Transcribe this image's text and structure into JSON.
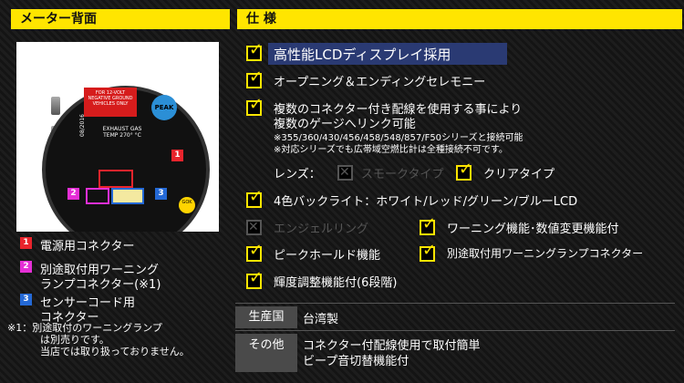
{
  "left_header": "メーター背面",
  "right_header": "仕 様",
  "photo": {
    "warning_label": "FOR 12-VOLT NEGATIVE GROUND VEHICLES ONLY",
    "peak": "PEAK",
    "gauge_label": "EXHAUST GAS TEMP 270° °C",
    "date": "08/2016",
    "ok_badge": "GOK",
    "badge1": "1",
    "badge2": "2",
    "badge3": "3"
  },
  "legend": [
    {
      "num": "1",
      "color": "#e8242c",
      "line1": "電源用コネクター",
      "line2": ""
    },
    {
      "num": "2",
      "color": "#e52fd6",
      "line1": "別途取付用ワーニング",
      "line2": "ランプコネクター(※1)"
    },
    {
      "num": "3",
      "color": "#2469d6",
      "line1": "センサーコード用",
      "line2": "コネクター"
    }
  ],
  "note": {
    "line1": "※1：別途取付のワーニングランプ",
    "line2": "は別売りです。",
    "line3": "当店では取り扱っておりません。"
  },
  "specs": {
    "item1": "高性能LCDディスプレイ採用",
    "item2": "オープニング＆エンディングセレモニー",
    "item3_l1": "複数のコネクター付き配線を使用する事により",
    "item3_l2": "複数のゲージへリンク可能",
    "item3_l3": "※355/360/430/456/458/548/857/F50シリーズと接続可能",
    "item3_l4": "※対応シリーズでも広帯域空燃比計は全種接続不可です。",
    "lens_label": "レンズ：",
    "lens_smoke": "スモークタイプ",
    "lens_clear": "クリアタイプ",
    "backlight": "4色バックライト：ホワイト/レッド/グリーン/ブルーLCD",
    "angel_ring": "エンジェルリング",
    "warning_func": "ワーニング機能･数値変更機能付",
    "peak_hold": "ピークホールド機能",
    "warning_lamp": "別途取付用ワーニングランプコネクター",
    "brightness": "輝度調整機能付(6段階)"
  },
  "table": {
    "origin_label": "生産国",
    "origin_value": "台湾製",
    "other_label": "その他",
    "other_l1": "コネクター付配線使用で取付簡単",
    "other_l2": "ビープ音切替機能付"
  },
  "colors": {
    "accent": "#ffe500",
    "badge_red": "#e8242c",
    "badge_pink": "#e52fd6",
    "badge_blue": "#2469d6"
  }
}
